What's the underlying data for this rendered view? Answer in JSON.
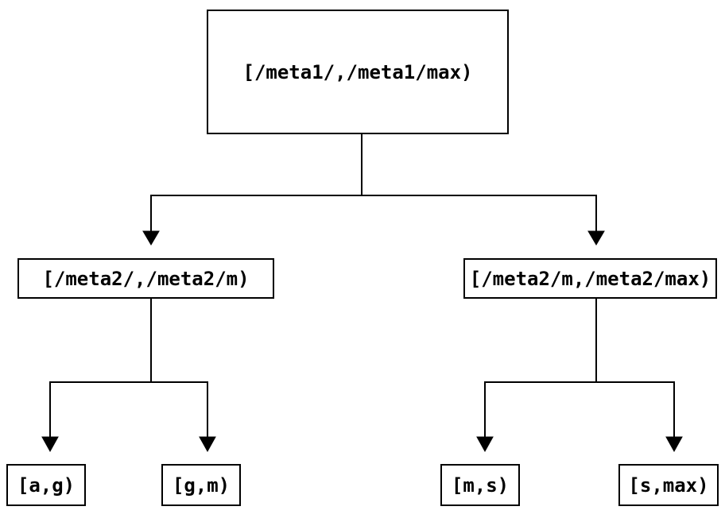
{
  "colors": {
    "background": "#ffffff",
    "line": "#000000",
    "text": "#000000"
  },
  "tree": {
    "root": {
      "label": "[/meta1/,/meta1/max)",
      "children": [
        {
          "label": "[/meta2/,/meta2/m)",
          "children": [
            {
              "label": "[a,g)"
            },
            {
              "label": "[g,m)"
            }
          ]
        },
        {
          "label": "[/meta2/m,/meta2/max)",
          "children": [
            {
              "label": "[m,s)"
            },
            {
              "label": "[s,max)"
            }
          ]
        }
      ]
    }
  }
}
